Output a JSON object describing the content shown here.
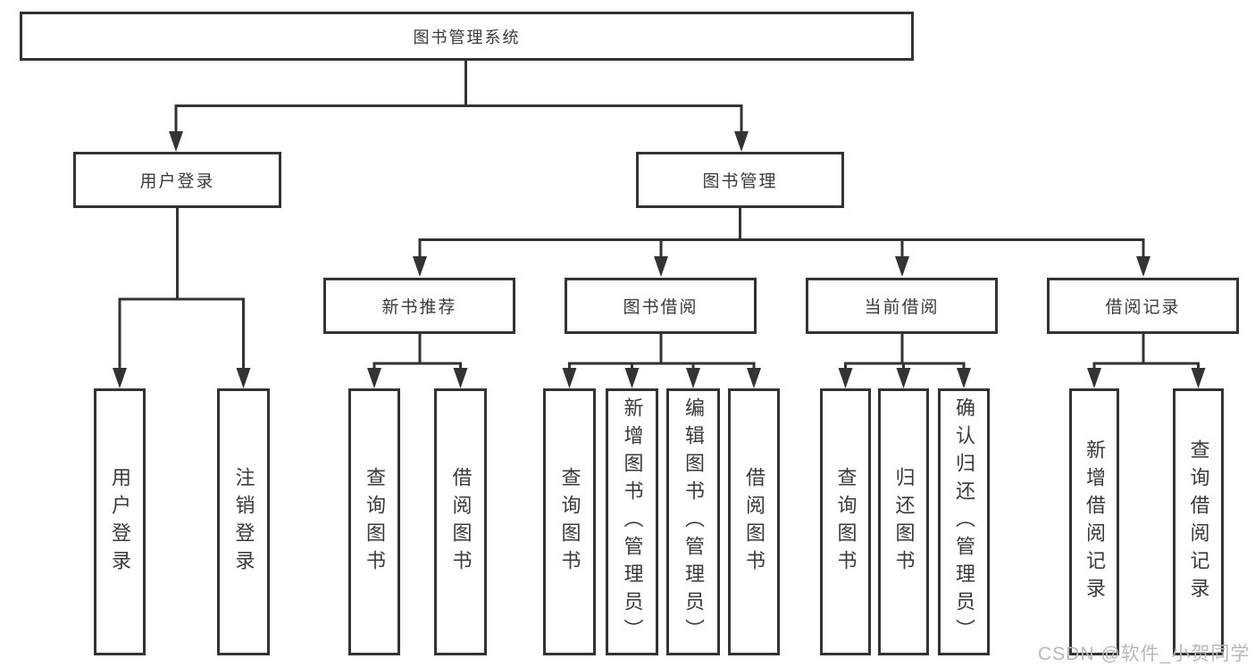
{
  "diagram": {
    "type": "hierarchy-diagram",
    "line_color": "#333333",
    "text_color": "#3a3a3a",
    "watermark": "CSDN @软件_小贺同学",
    "watermark_color": "#b8b8b8",
    "nodes": {
      "root": "图书管理系统",
      "user_login": "用户登录",
      "book_mgmt": "图书管理",
      "new_book_rec": "新书推荐",
      "book_borrow": "图书借阅",
      "current_borrow": "当前借阅",
      "borrow_records": "借阅记录",
      "leaf_user_login": "用户登录",
      "leaf_logout": "注销登录",
      "rec_query_book": "查询图书",
      "rec_borrow_book": "借阅图书",
      "bb_query_book": "查询图书",
      "bb_add_book": "新增图书（管理员）",
      "bb_edit_book": "编辑图书（管理员）",
      "bb_borrow_book": "借阅图书",
      "cb_query_book": "查询图书",
      "cb_return_book": "归还图书",
      "cb_confirm_return": "确认归还（管理员）",
      "br_add_record": "新增借阅记录",
      "br_query_record": "查询借阅记录"
    },
    "hierarchy": {
      "图书管理系统": {
        "用户登录": [
          "用户登录",
          "注销登录"
        ],
        "图书管理": {
          "新书推荐": [
            "查询图书",
            "借阅图书"
          ],
          "图书借阅": [
            "查询图书",
            "新增图书（管理员）",
            "编辑图书（管理员）",
            "借阅图书"
          ],
          "当前借阅": [
            "查询图书",
            "归还图书",
            "确认归还（管理员）"
          ],
          "借阅记录": [
            "新增借阅记录",
            "查询借阅记录"
          ]
        }
      }
    }
  }
}
